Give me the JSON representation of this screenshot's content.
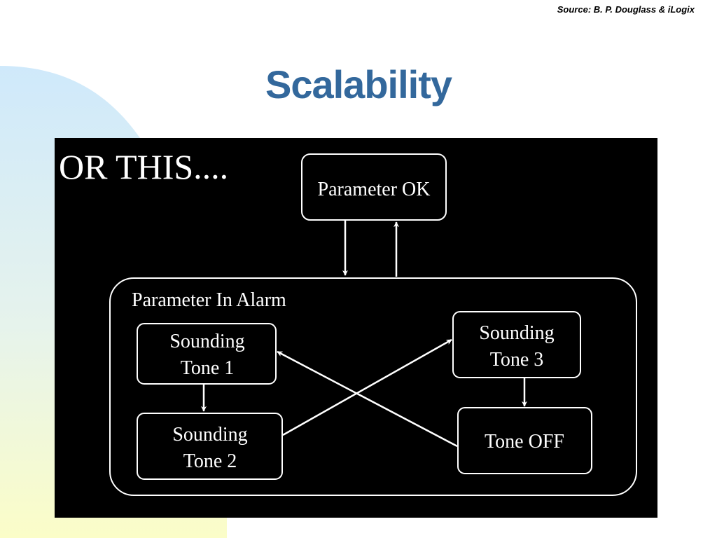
{
  "header": {
    "source": "Source: B. P. Douglass & iLogix",
    "title": "Scalability"
  },
  "diagram": {
    "heading": "OR THIS....",
    "states": {
      "parameter_ok": {
        "label": "Parameter OK"
      },
      "parameter_in_alarm": {
        "label": "Parameter In Alarm"
      },
      "sounding_tone_1": {
        "line1": "Sounding",
        "line2": "Tone 1"
      },
      "sounding_tone_2": {
        "line1": "Sounding",
        "line2": "Tone 2"
      },
      "sounding_tone_3": {
        "line1": "Sounding",
        "line2": "Tone 3"
      },
      "tone_off": {
        "label": "Tone OFF"
      }
    },
    "transitions": [
      {
        "from": "parameter_ok",
        "to": "parameter_in_alarm"
      },
      {
        "from": "parameter_in_alarm",
        "to": "parameter_ok"
      },
      {
        "from": "sounding_tone_1",
        "to": "sounding_tone_2"
      },
      {
        "from": "sounding_tone_2",
        "to": "sounding_tone_3"
      },
      {
        "from": "sounding_tone_3",
        "to": "tone_off"
      },
      {
        "from": "tone_off",
        "to": "sounding_tone_1"
      }
    ],
    "colors": {
      "background": "#000000",
      "foreground": "#ffffff",
      "title": "#33689c"
    }
  }
}
